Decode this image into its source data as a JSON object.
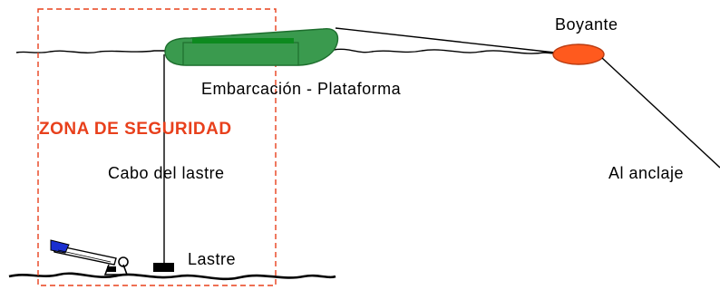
{
  "labels": {
    "buoy": "Boyante",
    "boat": "Embarcación - Plataforma",
    "zone": "ZONA DE SEGURIDAD",
    "weight_line": "Cabo del lastre",
    "anchor": "Al anclaje",
    "weight": "Lastre"
  },
  "colors": {
    "zone": "#e8401c",
    "boat_fill": "#3a9a4e",
    "boat_stroke": "#1e6e2e",
    "boat_deck": "#0d8a1f",
    "buoy_fill": "#ff5a1e",
    "buoy_stroke": "#b83a10",
    "line": "#000000",
    "scope_blue": "#1a2fd0"
  },
  "icons": {
    "boat": "inflatable-boat-icon",
    "buoy": "buoy-icon",
    "weight": "weight-block-icon",
    "diver": "scope-icon"
  }
}
